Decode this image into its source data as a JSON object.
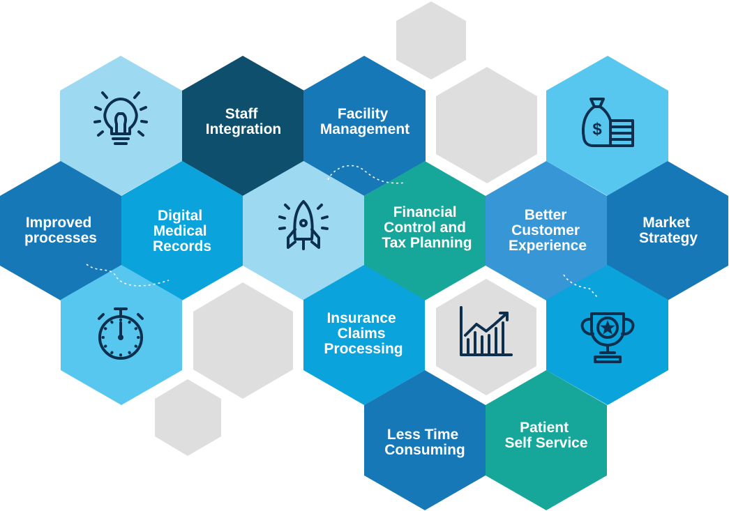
{
  "colors": {
    "light_blue": "#9dd9f0",
    "sky_blue": "#58c7ef",
    "bright_blue": "#0aa3dc",
    "mid_blue": "#1778b8",
    "navy": "#0d4f6c",
    "teal": "#17a79a",
    "steel_blue": "#3797d6",
    "gray": "#dedede",
    "icon": "#0b2f4d"
  },
  "tiles": {
    "staff_integration": [
      "Staff",
      "Integration"
    ],
    "facility_management": [
      "Facility",
      "Management"
    ],
    "improved_processes": [
      "Improved",
      "processes"
    ],
    "digital_medical_records": [
      "Digital",
      "Medical",
      "Records"
    ],
    "financial_control": [
      "Financial",
      "Control and",
      "Tax Planning"
    ],
    "better_customer_experience": [
      "Better",
      "Customer",
      "Experience"
    ],
    "market_strategy": [
      "Market",
      "Strategy"
    ],
    "insurance_claims": [
      "Insurance",
      "Claims",
      "Processing"
    ],
    "less_time_consuming": [
      "Less Time",
      "Consuming"
    ],
    "patient_self_service": [
      "Patient",
      "Self Service"
    ]
  },
  "icons": {
    "lightbulb": "lightbulb-icon",
    "money_bag": "money-bag-icon",
    "rocket": "rocket-icon",
    "stopwatch": "stopwatch-icon",
    "growth_chart": "growth-chart-icon",
    "trophy": "trophy-icon",
    "dollar_symbol": "$"
  }
}
